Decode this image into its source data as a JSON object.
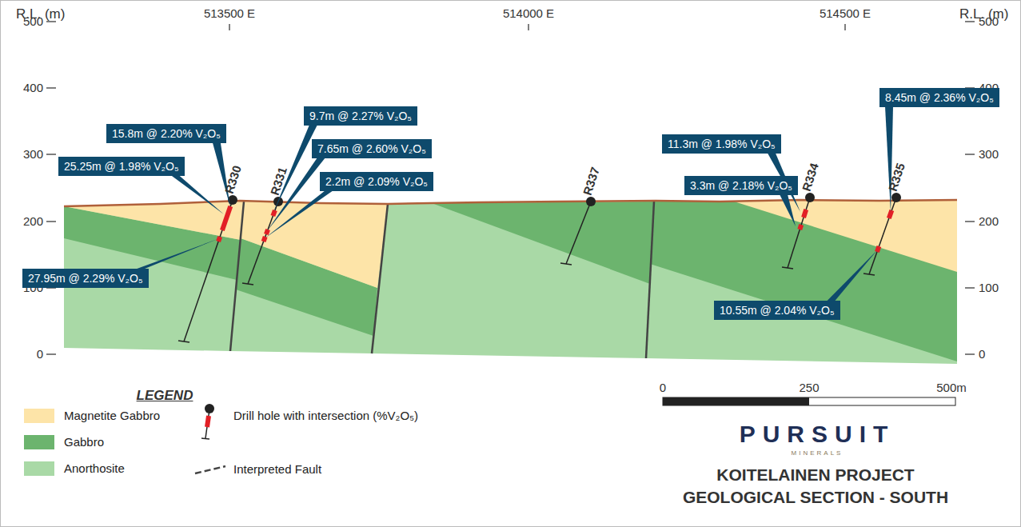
{
  "diagram": {
    "title": "KOITELAINEN PROJECT GEOLOGICAL SECTION - SOUTH",
    "nodes": [
      {
        "text": [
          "15.8m @ 2.20% V₂O₅"
        ]
      },
      {
        "text": [
          "25.25m @ 1.98% V₂O₅"
        ]
      },
      {
        "text": [
          "27.95m @ 2.29% V₂O₅"
        ]
      },
      {
        "text": [
          "9.7m @ 2.27% V₂O₅"
        ]
      },
      {
        "text": [
          "7.65m @ 2.60% V₂O₅"
        ]
      },
      {
        "text": [
          "2.2m @ 2.09% V₂O₅"
        ]
      },
      {
        "text": [
          "11.3m @ 1.98% V₂O₅"
        ]
      },
      {
        "text": [
          "3.3m @ 2.18% V₂O₅"
        ]
      },
      {
        "text": [
          "8.45m @ 2.36% V₂O₅"
        ]
      },
      {
        "text": [
          "10.55m @ 2.04% V₂O₅"
        ]
      }
    ],
    "labels": [
      "R.L. (m)",
      "R.L. (m)",
      "513500 E",
      "514000 E",
      "514500 E",
      "500",
      "400",
      "300",
      "200",
      "100",
      "0",
      "500",
      "400",
      "300",
      "200",
      "100",
      "0",
      "R330",
      "R331",
      "R337",
      "R334",
      "R335",
      "LEGEND",
      "0",
      "250",
      "500m",
      "PURSUIT",
      "MINERALS"
    ],
    "legend": [
      {
        "text": "Magnetite Gabbro",
        "color": "#fde4a8"
      },
      {
        "text": "Gabbro",
        "color": "#6cb46e"
      },
      {
        "text": "Anorthosite",
        "color": "#a9d9a6"
      },
      {
        "text": "Drill hole with intersection (%V₂O₅)"
      },
      {
        "text": "Interpreted Fault"
      }
    ]
  }
}
